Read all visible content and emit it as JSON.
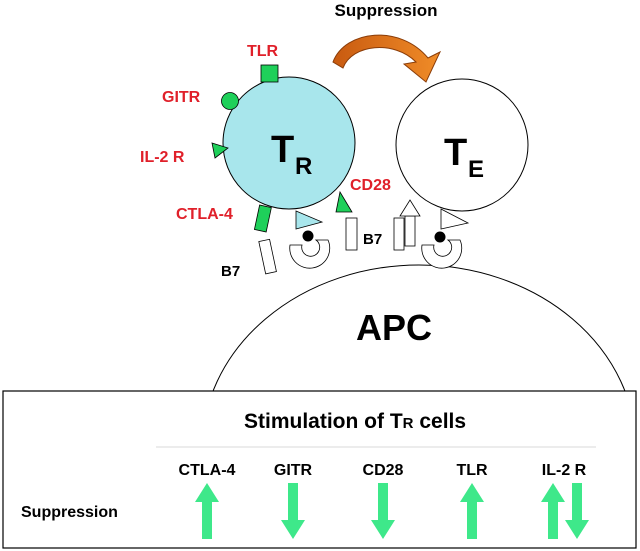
{
  "diagram": {
    "suppression_title": "Suppression",
    "treg": {
      "main": "T",
      "sub": "R"
    },
    "teff": {
      "main": "T",
      "sub": "E"
    },
    "apc_label": "APC",
    "receptor_labels": {
      "tlr": "TLR",
      "gitr": "GITR",
      "il2r": "IL-2 R",
      "ctla4": "CTLA-4",
      "cd28": "CD28"
    },
    "b7_left": "B7",
    "b7_right": "B7"
  },
  "table": {
    "title_prefix": "Stimulation of T",
    "title_sub": "R",
    "title_suffix": " cells",
    "row_label": "Suppression",
    "columns": [
      {
        "name": "CTLA-4",
        "effect": "up"
      },
      {
        "name": "GITR",
        "effect": "down"
      },
      {
        "name": "CD28",
        "effect": "down"
      },
      {
        "name": "TLR",
        "effect": "up"
      },
      {
        "name": "IL-2 R",
        "effect": "up-down"
      }
    ]
  },
  "colors": {
    "treg_fill": "#a8e6ec",
    "receptor_green": "#1fd05a",
    "label_red": "#e0202a",
    "arrow_orange": "#e8761a",
    "effect_arrow": "#3ee88a"
  }
}
